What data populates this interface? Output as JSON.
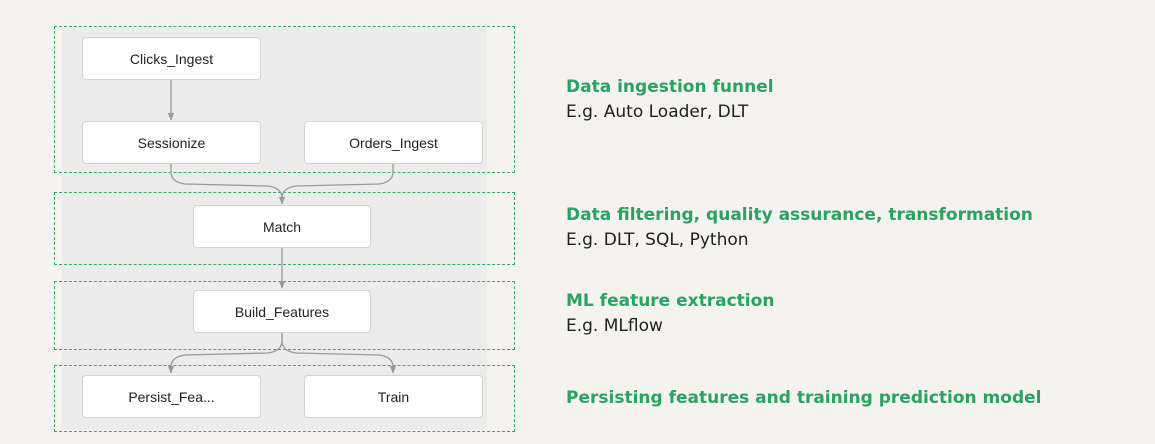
{
  "nodes": {
    "clicks_ingest": "Clicks_Ingest",
    "sessionize": "Sessionize",
    "orders_ingest": "Orders_Ingest",
    "match": "Match",
    "build_features": "Build_Features",
    "persist_features": "Persist_Fea...",
    "train": "Train"
  },
  "stages": [
    {
      "title": "Data ingestion funnel",
      "subtitle": "E.g. Auto Loader, DLT"
    },
    {
      "title": "Data filtering, quality assurance, transformation",
      "subtitle": "E.g. DLT, SQL, Python"
    },
    {
      "title": "ML feature extraction",
      "subtitle": "E.g. MLflow"
    },
    {
      "title": "Persisting features and training prediction model",
      "subtitle": ""
    }
  ],
  "colors": {
    "accent": "#2aa361",
    "dashed_border": "#3aaa6a",
    "edge": "#9a9a9a",
    "background": "#f4f3ef",
    "diagram_background": "#ececec"
  }
}
